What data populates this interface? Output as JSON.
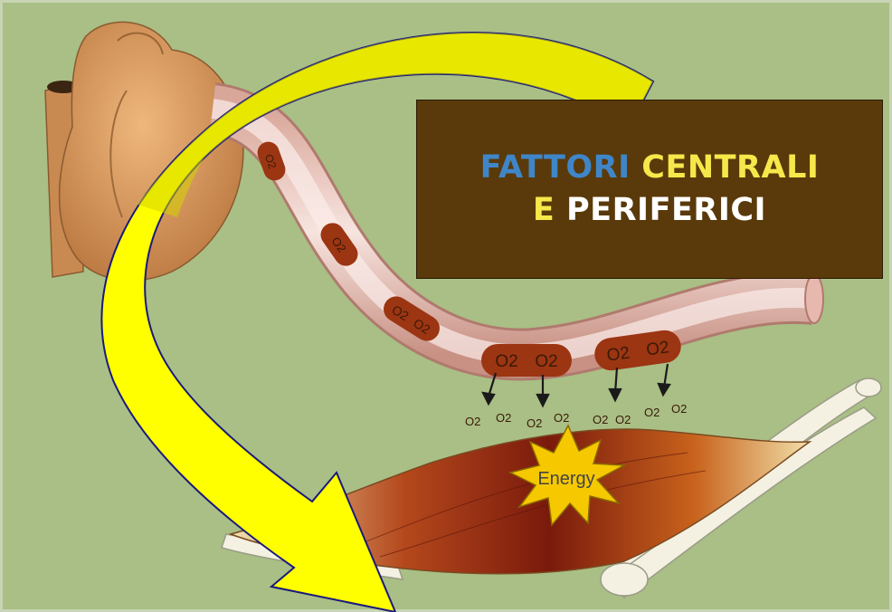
{
  "title": {
    "line1_word1": "FATTORI",
    "line1_word2": "CENTRALI",
    "line2_word1": "E",
    "line2_word2": "PERIFERICI"
  },
  "diagram": {
    "cell_label": "O2",
    "released_label": "O2",
    "energy_label": "Energy"
  },
  "colors": {
    "background": "#a9bf85",
    "box": "#5a3a0a",
    "blue_word": "#3f86c9",
    "yellow_word": "#f6e84a",
    "arrow_fill": "#ffff00",
    "arrow_stroke": "#1a1a7a"
  }
}
